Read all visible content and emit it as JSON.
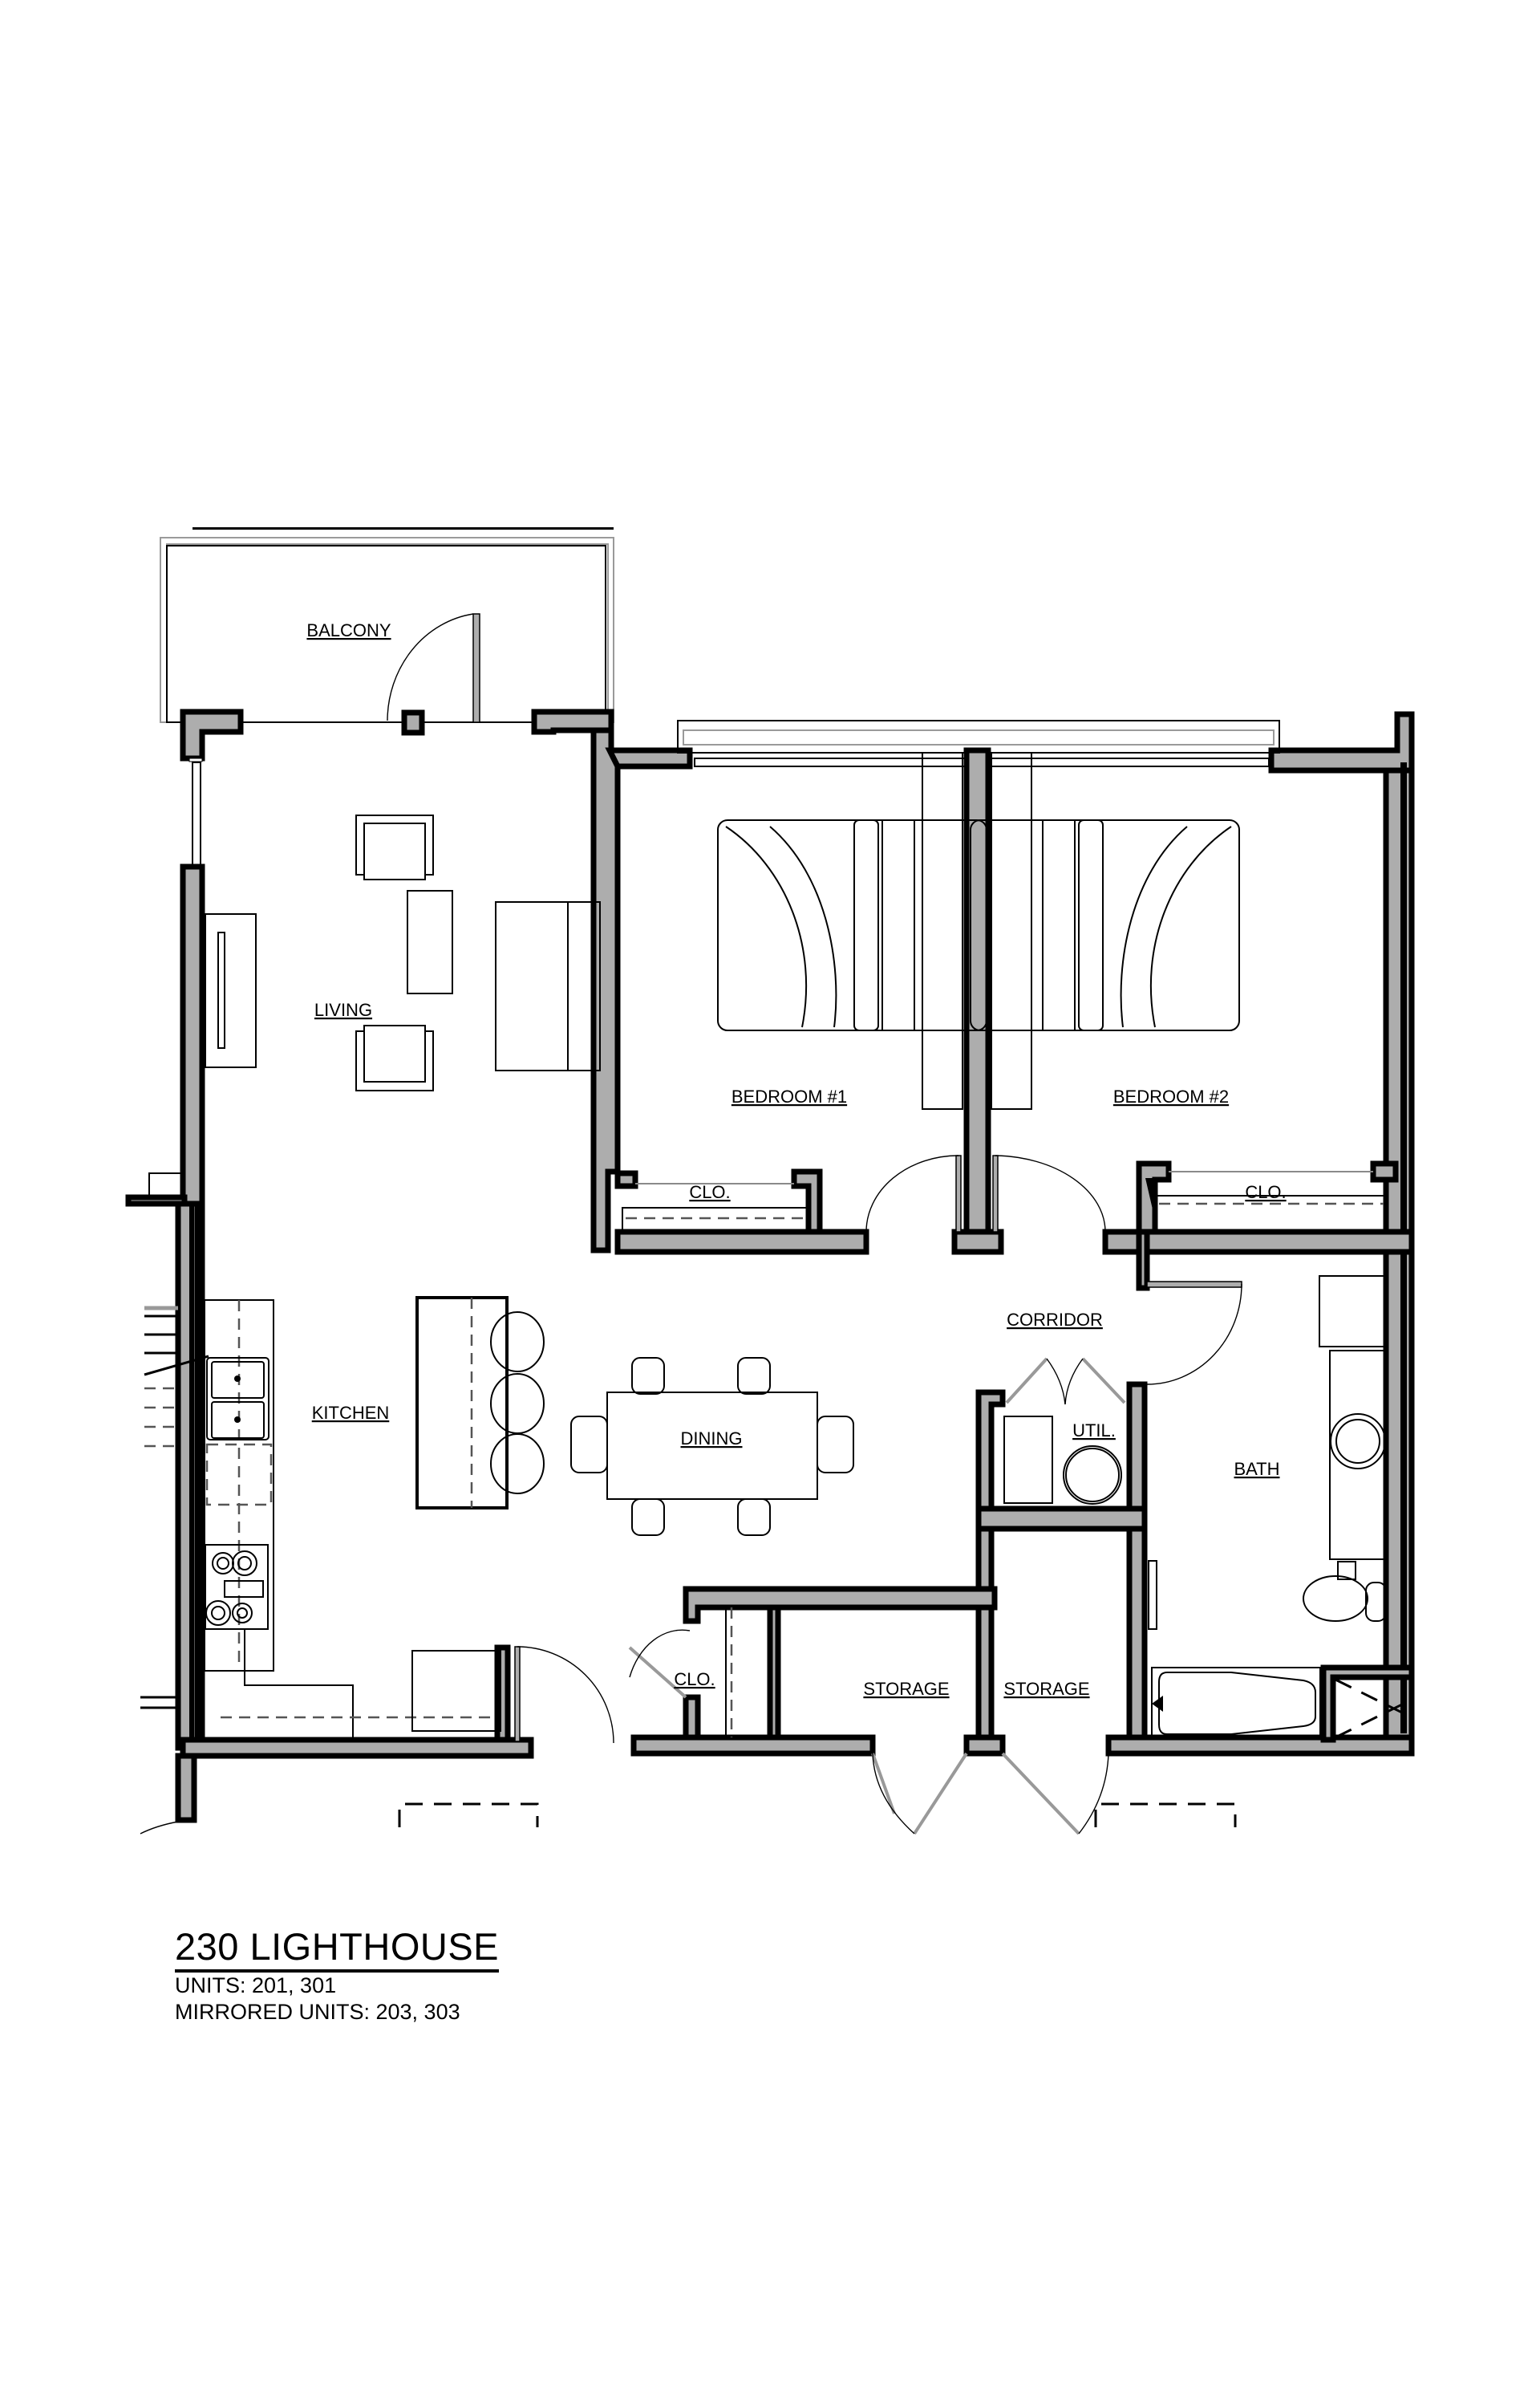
{
  "drawing": {
    "type": "floor-plan",
    "colors": {
      "wall_fill": "#adadad",
      "line": "#000000",
      "background": "#ffffff"
    }
  },
  "rooms": {
    "balcony": "BALCONY",
    "living": "LIVING",
    "bedroom1": "BEDROOM #1",
    "bedroom2": "BEDROOM #2",
    "closet_bed1": "CLO.",
    "closet_bed2": "CLO.",
    "corridor": "CORRIDOR",
    "kitchen": "KITCHEN",
    "dining": "DINING",
    "utility": "UTIL.",
    "bath": "BATH",
    "closet_entry": "CLO.",
    "storage1": "STORAGE",
    "storage2": "STORAGE"
  },
  "title_block": {
    "title": "230 LIGHTHOUSE",
    "units": "UNITS: 201, 301",
    "mirrored_units": "MIRRORED UNITS: 203, 303"
  }
}
